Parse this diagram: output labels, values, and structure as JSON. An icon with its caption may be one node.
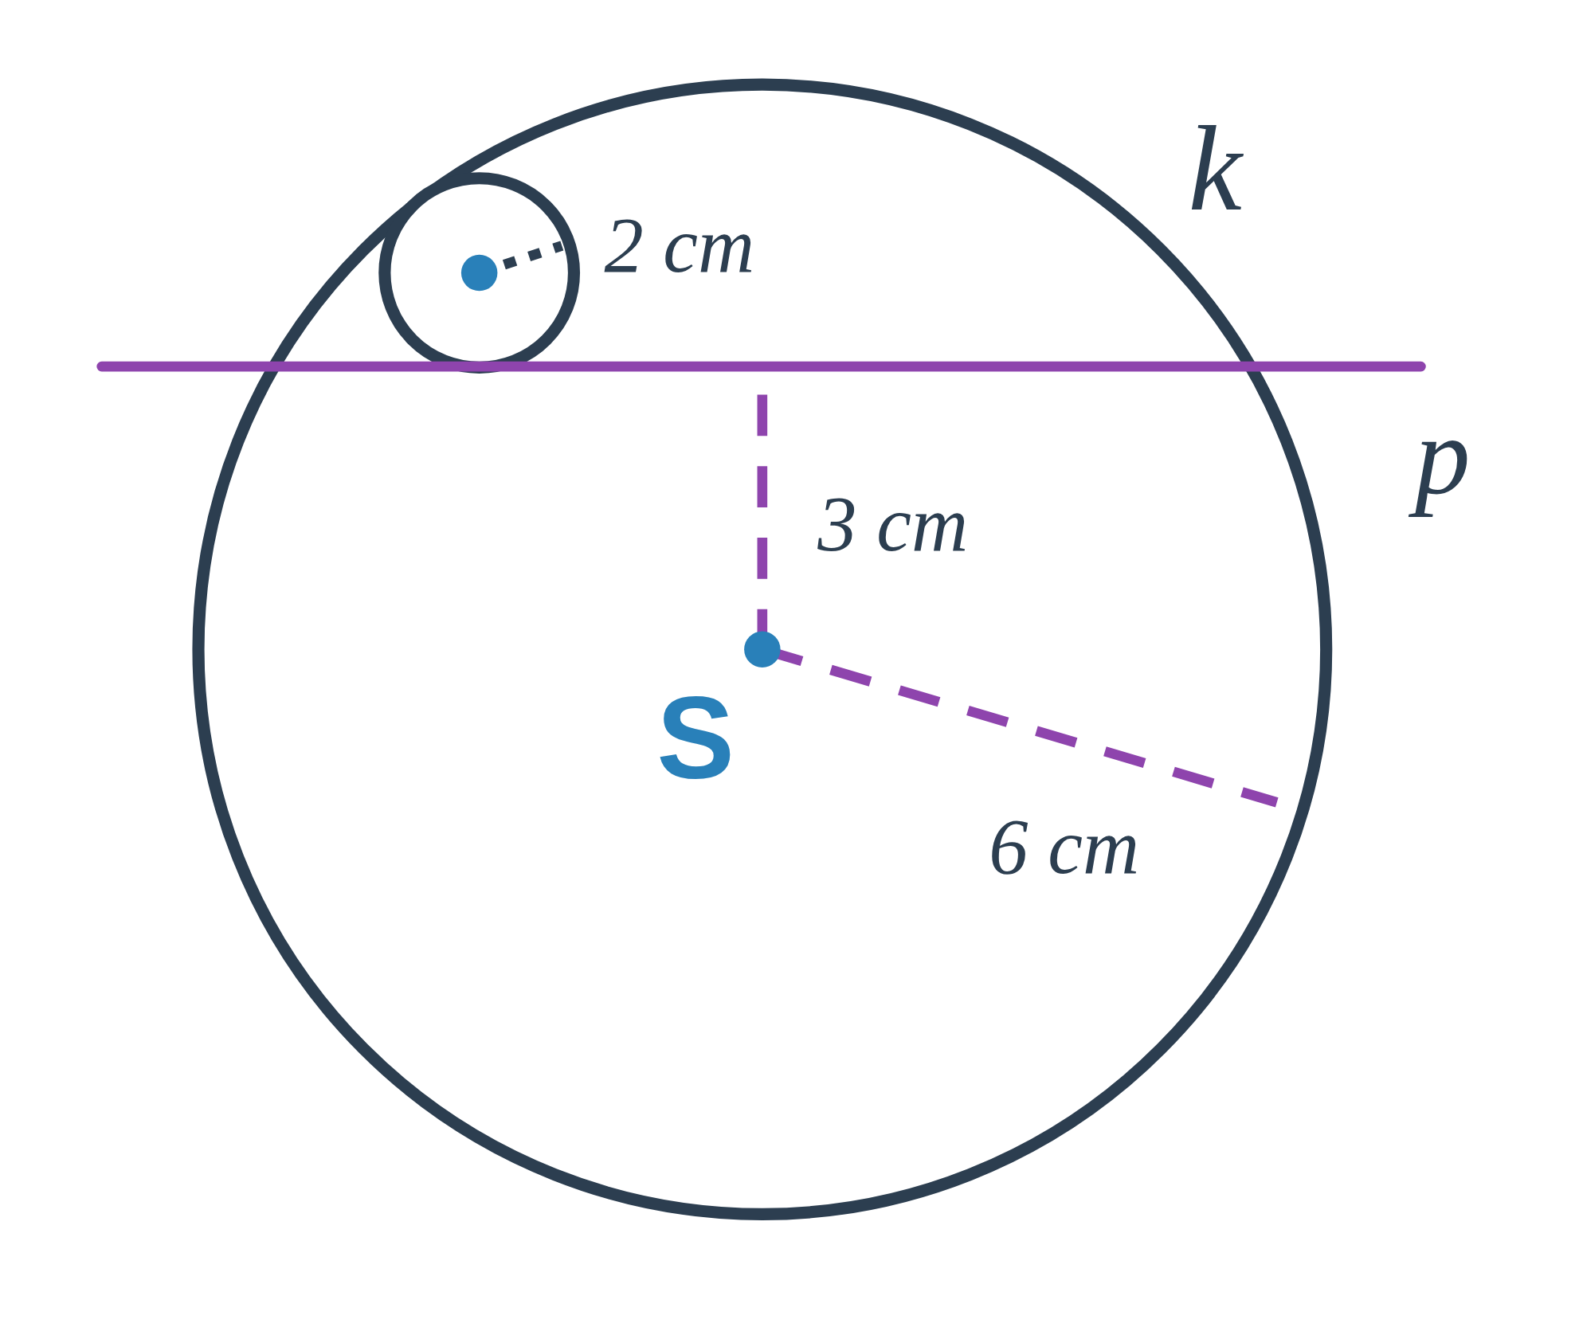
{
  "diagram": {
    "labels": [
      "k",
      "2 cm",
      "p",
      "3 cm",
      "S",
      "6 cm"
    ]
  }
}
